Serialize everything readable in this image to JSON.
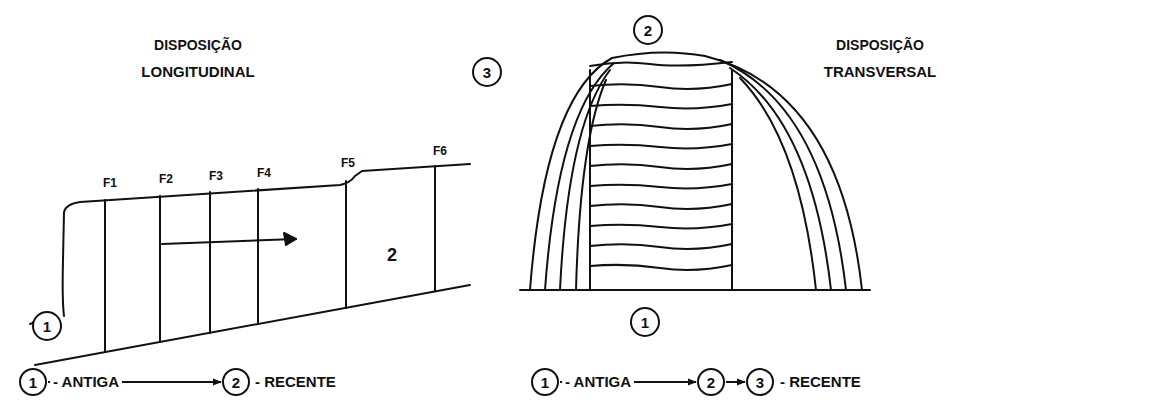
{
  "diagram": {
    "nodes": [
      {
        "text": [
          "1"
        ]
      },
      {
        "text": [
          "1"
        ]
      },
      {
        "text": [
          "2"
        ]
      },
      {
        "text": [
          "2"
        ]
      },
      {
        "text": [
          "3"
        ]
      },
      {
        "text": [
          "1"
        ]
      },
      {
        "text": [
          "1"
        ]
      },
      {
        "text": [
          "2"
        ]
      },
      {
        "text": [
          "3"
        ]
      }
    ],
    "edges": [
      {
        "from": 1,
        "to": 2,
        "arrow": "to"
      },
      {
        "from": 6,
        "to": 7,
        "arrow": "to"
      },
      {
        "from": 7,
        "to": 8,
        "arrow": "to"
      }
    ],
    "labels": [
      "DISPOSIÇÃO",
      "LONGITUDINAL",
      "DISPOSIÇÃO",
      "TRANSVERSAL",
      "F1",
      "F2",
      "F3",
      "F4",
      "F5",
      "F6",
      "2",
      "- ANTIGA",
      "- RECENTE",
      "- ANTIGA",
      "- RECENTE"
    ]
  }
}
